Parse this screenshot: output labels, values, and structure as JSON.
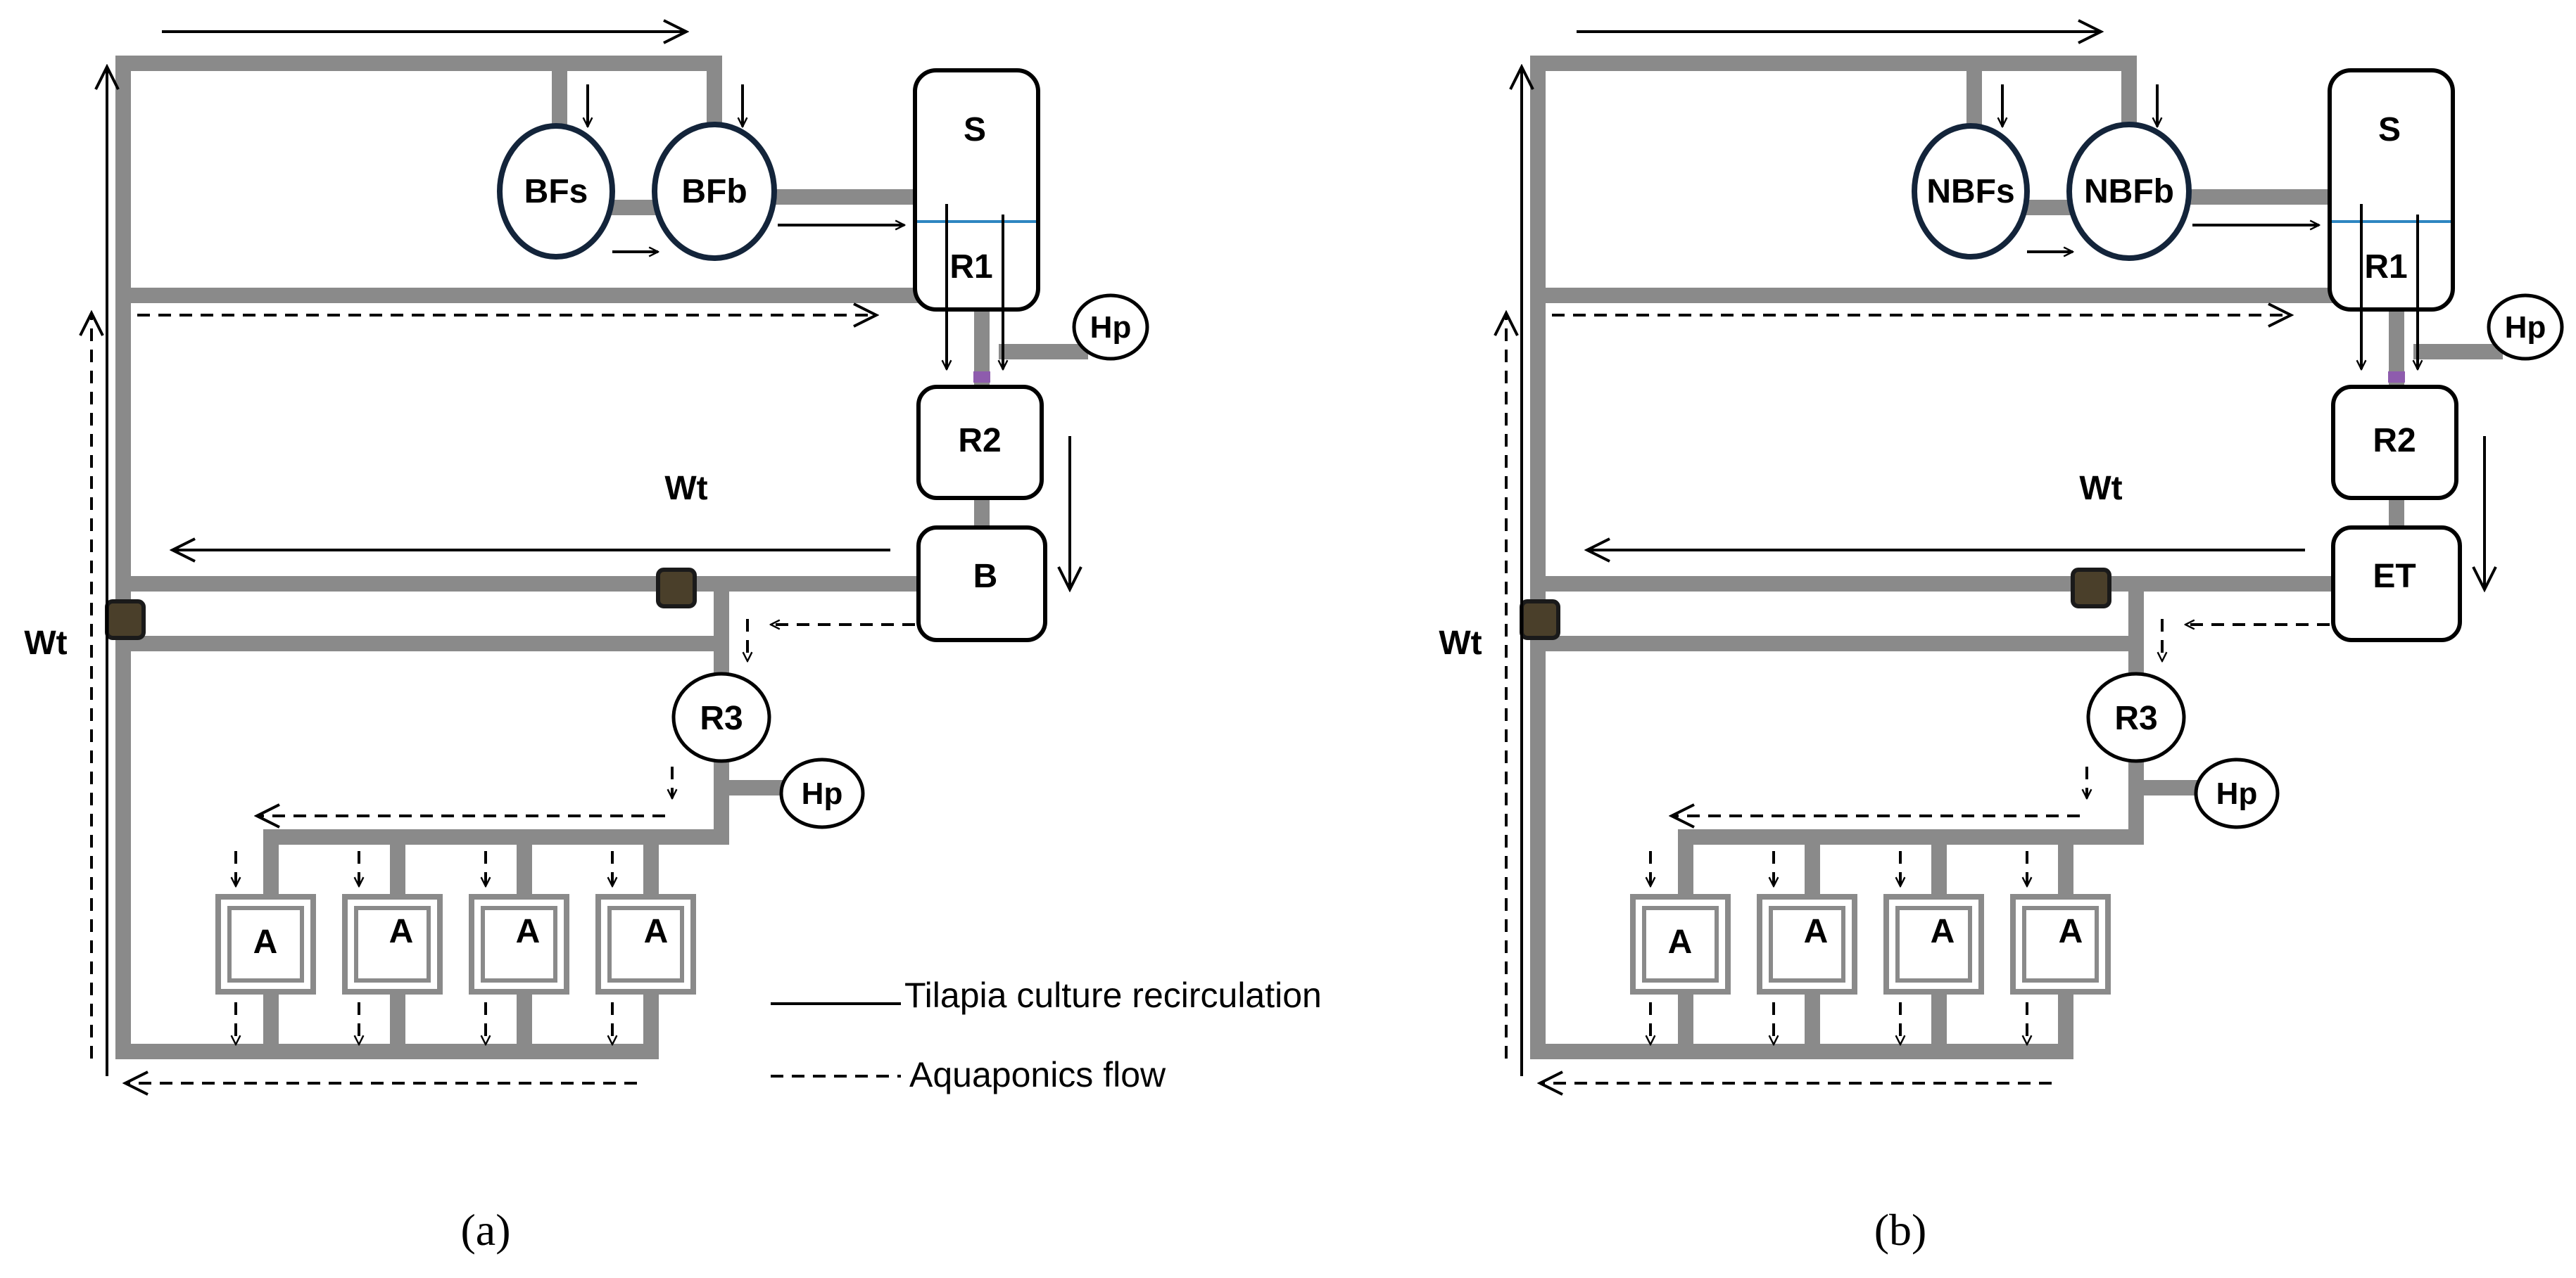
{
  "panels": [
    {
      "caption": "(a)",
      "filter_small": "BFs",
      "filter_big": "BFb",
      "sump": "S",
      "reactor1": "R1",
      "reactor2": "R2",
      "tank": "B",
      "reactor3": "R3",
      "heat_pump_top": "Hp",
      "heat_pump_bottom": "Hp",
      "wt_top": "Wt",
      "wt_side": "Wt",
      "aquaponics_units": [
        "A",
        "A",
        "A",
        "A"
      ]
    },
    {
      "caption": "(b)",
      "filter_small": "NBFs",
      "filter_big": "NBFb",
      "sump": "S",
      "reactor1": "R1",
      "reactor2": "R2",
      "tank": "ET",
      "reactor3": "R3",
      "heat_pump_top": "Hp",
      "heat_pump_bottom": "Hp",
      "wt_top": "Wt",
      "wt_side": "Wt",
      "aquaponics_units": [
        "A",
        "A",
        "A",
        "A"
      ]
    }
  ],
  "legend": {
    "solid": "Tilapia culture recirculation",
    "dashed": "Aquaponics flow"
  }
}
